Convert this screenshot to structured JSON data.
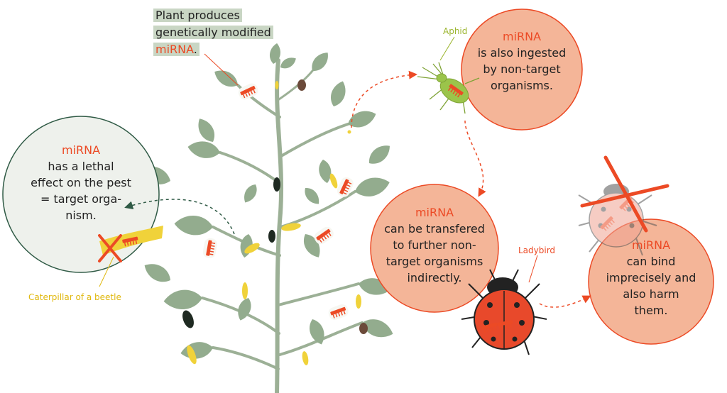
{
  "colors": {
    "leaf": "#93ac8e",
    "leaf_dark": "#7d9878",
    "stem": "#9cb096",
    "peach": "#f4b598",
    "circle_stroke": "#ec4a25",
    "pest_circle_fill": "#eef1ec",
    "pest_circle_stroke": "#2f5a45",
    "arrow_red": "#ec4a25",
    "arrow_green": "#2f5a45",
    "caterpillar": "#f0d23a",
    "aphid": "#9bc44a",
    "ladybird": "#e8492b",
    "label_yellow": "#e0b80e",
    "label_aphid": "#9bb52e",
    "label_red": "#ec4a25",
    "highlight": "#c9d6c4"
  },
  "plant_caption": {
    "line1": "Plant produces",
    "line2": "genetically modified",
    "line3": "miRNA",
    "line3_suffix": "."
  },
  "pest_circle": {
    "title": "miRNA",
    "body": [
      "has a lethal",
      "effect on the pest",
      "= target orga-",
      "nism."
    ]
  },
  "aphid_circle": {
    "title": "miRNA",
    "body": [
      "is also ingested",
      "by non-target",
      "organisms."
    ]
  },
  "transfer_circle": {
    "title": "miRNA",
    "body": [
      "can be transfered",
      "to further non-",
      "target organisms",
      "indirectly."
    ]
  },
  "harm_circle": {
    "title": "miRNA",
    "body": [
      "can bind",
      "imprecisely and",
      "also harm",
      "them."
    ]
  },
  "labels": {
    "aphid": "Aphid",
    "ladybird": "Ladybird",
    "caterpillar": "Caterpillar of a beetle"
  }
}
